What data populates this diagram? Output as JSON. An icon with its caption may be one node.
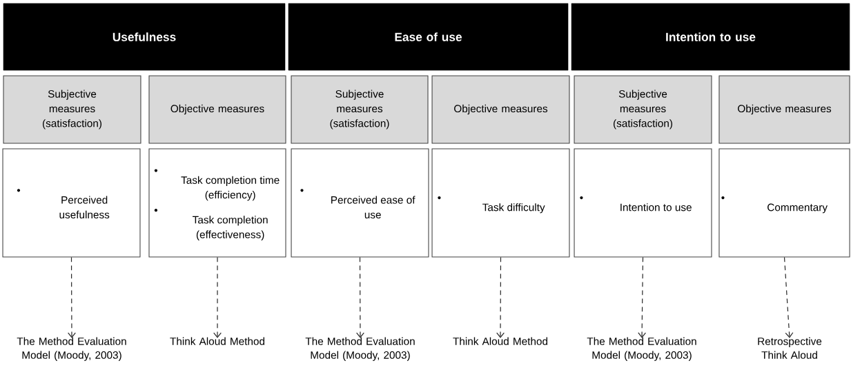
{
  "diagram": {
    "nodes": [
      {
        "text": [
          "Usefulness"
        ]
      },
      {
        "text": [
          "Ease of use"
        ]
      },
      {
        "text": [
          "Intention to use"
        ]
      },
      {
        "text": [
          "Subjective measures (satisfaction)"
        ]
      },
      {
        "text": [
          "Objective measures"
        ]
      },
      {
        "text": [
          "Subjective measures (satisfaction)"
        ]
      },
      {
        "text": [
          "Objective measures"
        ]
      },
      {
        "text": [
          "Subjective measures (satisfaction)"
        ]
      },
      {
        "text": [
          "Objective measures"
        ]
      },
      {
        "text": [
          "Perceived usefulness"
        ]
      },
      {
        "text": [
          "Task completion time (efficiency)",
          "Task completion (effectiveness)"
        ]
      },
      {
        "text": [
          "Perceived ease of use"
        ]
      },
      {
        "text": [
          "Task difficulty"
        ]
      },
      {
        "text": [
          "Intention to use"
        ]
      },
      {
        "text": [
          "Commentary"
        ]
      },
      {
        "text": [
          "The Method Evaluation Model (Moody, 2003)"
        ]
      },
      {
        "text": [
          "Think Aloud Method"
        ]
      },
      {
        "text": [
          "The Method Evaluation Model (Moody, 2003)"
        ]
      },
      {
        "text": [
          "Think Aloud Method"
        ]
      },
      {
        "text": [
          "The Method Evaluation Model (Moody, 2003)"
        ]
      },
      {
        "text": [
          "Retrospective Think Aloud"
        ]
      }
    ],
    "edges": [
      {
        "from": 9,
        "to": 15,
        "arrow": "to",
        "style": "dashed"
      },
      {
        "from": 10,
        "to": 16,
        "arrow": "to",
        "style": "dashed"
      },
      {
        "from": 11,
        "to": 17,
        "arrow": "to",
        "style": "dashed"
      },
      {
        "from": 12,
        "to": 18,
        "arrow": "to",
        "style": "dashed"
      },
      {
        "from": 13,
        "to": 19,
        "arrow": "to",
        "style": "dashed"
      },
      {
        "from": 14,
        "to": 20,
        "arrow": "to",
        "style": "dashed"
      }
    ]
  }
}
